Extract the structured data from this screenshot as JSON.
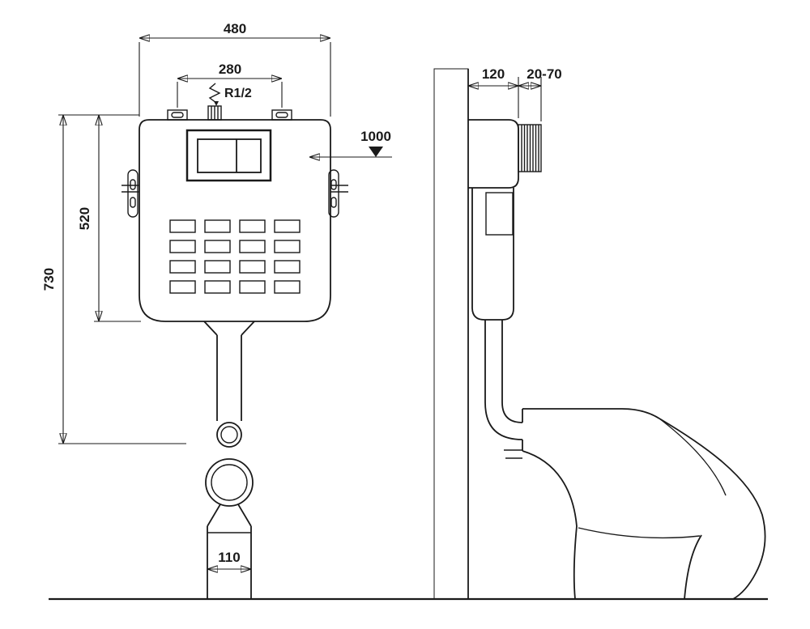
{
  "colors": {
    "line": "#1a1a1a",
    "background": "#ffffff"
  },
  "front_view": {
    "overall_width": "480",
    "flush_plate_width": "280",
    "inlet_thread": "R1/2",
    "water_level_mark": "1000",
    "tank_height": "520",
    "overall_height": "730",
    "outlet_width": "110"
  },
  "side_view": {
    "tank_depth": "120",
    "adjustment_range": "20-70"
  }
}
